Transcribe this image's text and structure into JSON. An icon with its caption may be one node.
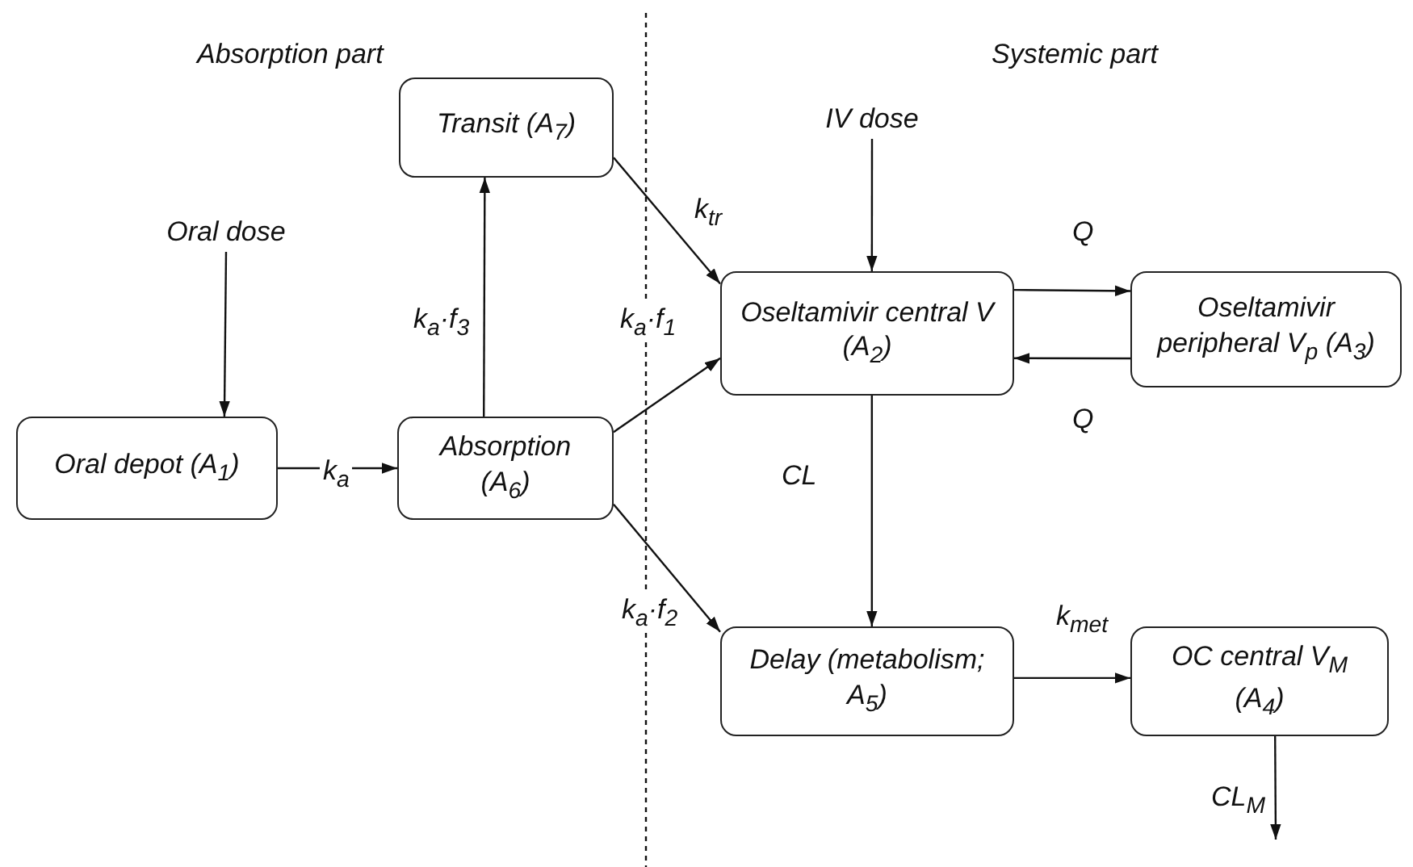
{
  "diagram": {
    "nodes": [
      {
        "text": [
          "Oral dose"
        ]
      },
      {
        "text": [
          "Oral depot (A$_{1}$)"
        ]
      },
      {
        "text": [
          "Absorption (A$_{6}$)"
        ]
      },
      {
        "text": [
          "Transit (A$_{7}$)"
        ]
      },
      {
        "text": [
          "IV dose"
        ]
      },
      {
        "text": [
          "Oseltamivir central V (A$_{2}$)"
        ]
      },
      {
        "text": [
          "Oseltamivir peripheral V$_{p}$ (A$_{3}$)"
        ]
      },
      {
        "text": [
          "Delay (metabolism; A$_{5}$)"
        ]
      },
      {
        "text": [
          "OC central V$_{M}$ (A$_{4}$)"
        ]
      }
    ],
    "edges": [
      {
        "from": 0,
        "to": 1,
        "arrow": "to"
      },
      {
        "from": 1,
        "to": 2,
        "arrow": "to",
        "label": "k$_{a}$"
      },
      {
        "from": 2,
        "to": 3,
        "arrow": "to",
        "label": "k$_{a}$·f$_{3}$"
      },
      {
        "from": 3,
        "to": 5,
        "arrow": "to",
        "label": "k$_{tr}$"
      },
      {
        "from": 2,
        "to": 5,
        "arrow": "to",
        "label": "k$_{a}$·f$_{1}$"
      },
      {
        "from": 2,
        "to": 7,
        "arrow": "to",
        "label": "k$_{a}$·f$_{2}$"
      },
      {
        "from": 4,
        "to": 5,
        "arrow": "to"
      },
      {
        "from": 5,
        "to": 6,
        "arrow": "to",
        "label": "Q"
      },
      {
        "from": 6,
        "to": 5,
        "arrow": "to",
        "label": "Q"
      },
      {
        "from": 5,
        "to": 7,
        "arrow": "to",
        "label": "CL"
      },
      {
        "from": 7,
        "to": 8,
        "arrow": "to",
        "label": "k$_{met}$"
      },
      {
        "from": 8,
        "to": null,
        "arrow": "to",
        "label": "CL$_{M}$"
      }
    ],
    "labels": [
      "Absorption part",
      "Systemic part"
    ]
  }
}
